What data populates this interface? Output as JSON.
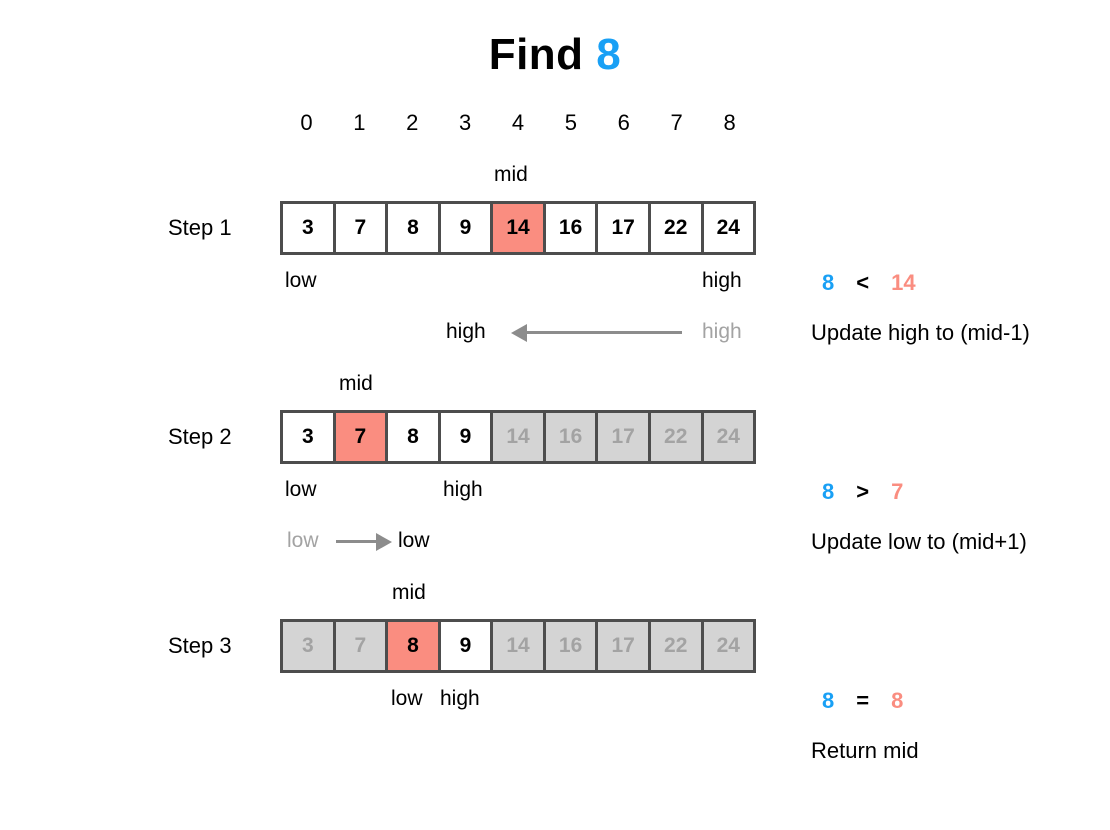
{
  "title": {
    "prefix": "Find",
    "target": "8"
  },
  "colors": {
    "accent_blue": "#19a0f5",
    "highlight_salmon": "#fa8d80",
    "inactive_gray": "#d4d4d4",
    "inactive_text": "#a3a3a3",
    "border": "#4d4d4d",
    "arrow": "#8c8c8c"
  },
  "array": {
    "indices": [
      "0",
      "1",
      "2",
      "3",
      "4",
      "5",
      "6",
      "7",
      "8"
    ],
    "values": [
      "3",
      "7",
      "8",
      "9",
      "14",
      "16",
      "17",
      "22",
      "24"
    ]
  },
  "steps": [
    {
      "label": "Step 1",
      "cells": [
        {
          "value": "3",
          "state": "active"
        },
        {
          "value": "7",
          "state": "active"
        },
        {
          "value": "8",
          "state": "active"
        },
        {
          "value": "9",
          "state": "active"
        },
        {
          "value": "14",
          "state": "mid"
        },
        {
          "value": "16",
          "state": "active"
        },
        {
          "value": "17",
          "state": "active"
        },
        {
          "value": "22",
          "state": "active"
        },
        {
          "value": "24",
          "state": "active"
        }
      ],
      "mid_label": "mid",
      "low_label": "low",
      "high_label": "high",
      "transition": {
        "from_label": "high",
        "to_label": "high",
        "direction": "left"
      },
      "note": {
        "target": "8",
        "operator": "<",
        "mid_value": "14",
        "action": "Update high to (mid-1)"
      }
    },
    {
      "label": "Step 2",
      "cells": [
        {
          "value": "3",
          "state": "active"
        },
        {
          "value": "7",
          "state": "mid"
        },
        {
          "value": "8",
          "state": "active"
        },
        {
          "value": "9",
          "state": "active"
        },
        {
          "value": "14",
          "state": "inactive"
        },
        {
          "value": "16",
          "state": "inactive"
        },
        {
          "value": "17",
          "state": "inactive"
        },
        {
          "value": "22",
          "state": "inactive"
        },
        {
          "value": "24",
          "state": "inactive"
        }
      ],
      "mid_label": "mid",
      "low_label": "low",
      "high_label": "high",
      "transition": {
        "from_label": "low",
        "to_label": "low",
        "direction": "right"
      },
      "note": {
        "target": "8",
        "operator": ">",
        "mid_value": "7",
        "action": "Update low to (mid+1)"
      }
    },
    {
      "label": "Step 3",
      "cells": [
        {
          "value": "3",
          "state": "inactive"
        },
        {
          "value": "7",
          "state": "inactive"
        },
        {
          "value": "8",
          "state": "mid"
        },
        {
          "value": "9",
          "state": "active"
        },
        {
          "value": "14",
          "state": "inactive"
        },
        {
          "value": "16",
          "state": "inactive"
        },
        {
          "value": "17",
          "state": "inactive"
        },
        {
          "value": "22",
          "state": "inactive"
        },
        {
          "value": "24",
          "state": "inactive"
        }
      ],
      "mid_label": "mid",
      "low_label": "low",
      "high_label": "high",
      "note": {
        "target": "8",
        "operator": "=",
        "mid_value": "8",
        "action": "Return mid"
      }
    }
  ]
}
